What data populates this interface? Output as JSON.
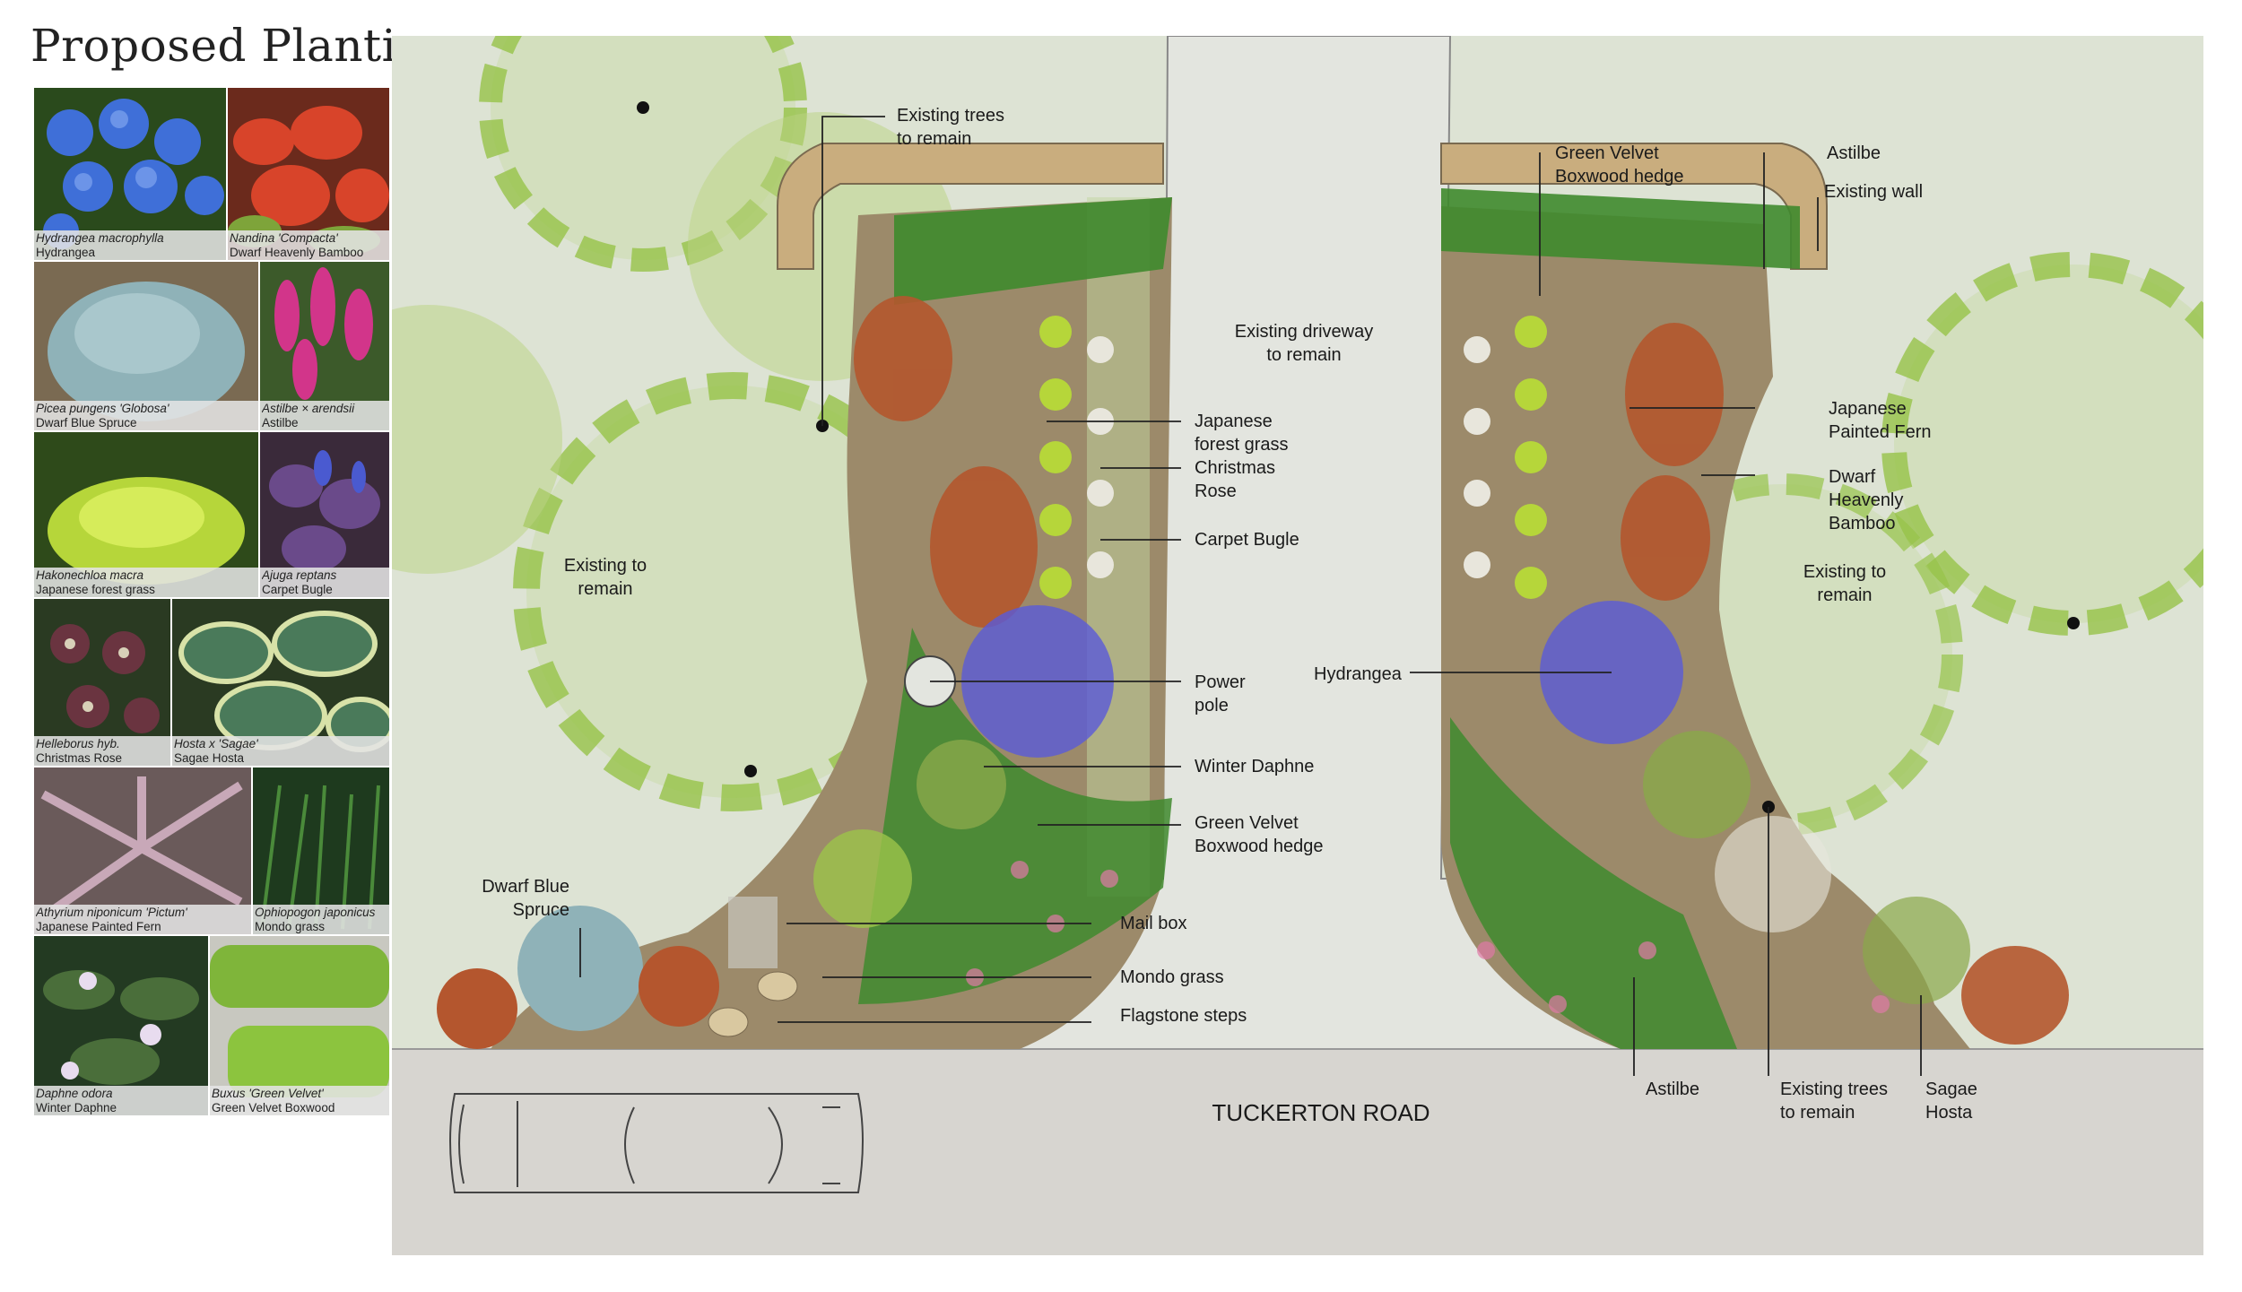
{
  "title": "Proposed Planting",
  "legend": [
    {
      "latin": "Hydrangea macrophylla",
      "common": "Hydrangea"
    },
    {
      "latin": "Nandina 'Compacta'",
      "common": "Dwarf Heavenly Bamboo"
    },
    {
      "latin": "Picea pungens 'Globosa'",
      "common": "Dwarf Blue Spruce"
    },
    {
      "latin": "Astilbe × arendsii",
      "common": "Astilbe"
    },
    {
      "latin": "Hakonechloa macra",
      "common": "Japanese forest grass"
    },
    {
      "latin": "Ajuga reptans",
      "common": "Carpet Bugle"
    },
    {
      "latin": "Helleborus hyb.",
      "common": "Christmas Rose"
    },
    {
      "latin": "Hosta x 'Sagae'",
      "common": "Sagae Hosta"
    },
    {
      "latin": "Athyrium niponicum 'Pictum'",
      "common": "Japanese Painted Fern"
    },
    {
      "latin": "Ophiopogon japonicus",
      "common": "Mondo grass"
    },
    {
      "latin": "Daphne odora",
      "common": "Winter Daphne"
    },
    {
      "latin": "Buxus 'Green Velvet'",
      "common": "Green Velvet Boxwood"
    }
  ],
  "labels": {
    "existing_trees_top": [
      "Existing trees",
      "to remain"
    ],
    "existing_driveway": [
      "Existing driveway",
      "to remain"
    ],
    "japanese_forest_grass": [
      "Japanese",
      "forest grass"
    ],
    "christmas_rose": [
      "Christmas",
      "Rose"
    ],
    "carpet_bugle": [
      "Carpet Bugle"
    ],
    "existing_left": [
      "Existing to",
      "remain"
    ],
    "power_pole": [
      "Power",
      "pole"
    ],
    "winter_daphne": [
      "Winter Daphne"
    ],
    "boxwood_left": [
      "Green Velvet",
      "Boxwood hedge"
    ],
    "dwarf_blue_spruce": [
      "Dwarf Blue",
      "Spruce"
    ],
    "mail_box": [
      "Mail box"
    ],
    "mondo_grass": [
      "Mondo grass"
    ],
    "flagstone_steps": [
      "Flagstone steps"
    ],
    "road": [
      "TUCKERTON ROAD"
    ],
    "boxwood_right": [
      "Green Velvet",
      "Boxwood hedge"
    ],
    "astilbe_top": [
      "Astilbe"
    ],
    "existing_wall": [
      "Existing wall"
    ],
    "japanese_painted_fern": [
      "Japanese",
      "Painted Fern"
    ],
    "dwarf_heavenly_bamboo": [
      "Dwarf",
      "Heavenly",
      "Bamboo"
    ],
    "existing_right": [
      "Existing to",
      "remain"
    ],
    "hydrangea": [
      "Hydrangea"
    ],
    "astilbe_bottom": [
      "Astilbe"
    ],
    "existing_trees_bottom": [
      "Existing trees",
      "to remain"
    ],
    "sagae_hosta": [
      "Sagae",
      "Hosta"
    ]
  },
  "colors": {
    "lawn": "#dde3d4",
    "road": "#d7d5d0",
    "driveway": "#e3e5df",
    "hedge": "#3f8a2e",
    "leaf": "#9cc34a",
    "bed": "#9c8a6a",
    "hydrangea": "#5a5ad8",
    "bamboo": "#b4562e",
    "astilbe": "#e07aa6"
  }
}
